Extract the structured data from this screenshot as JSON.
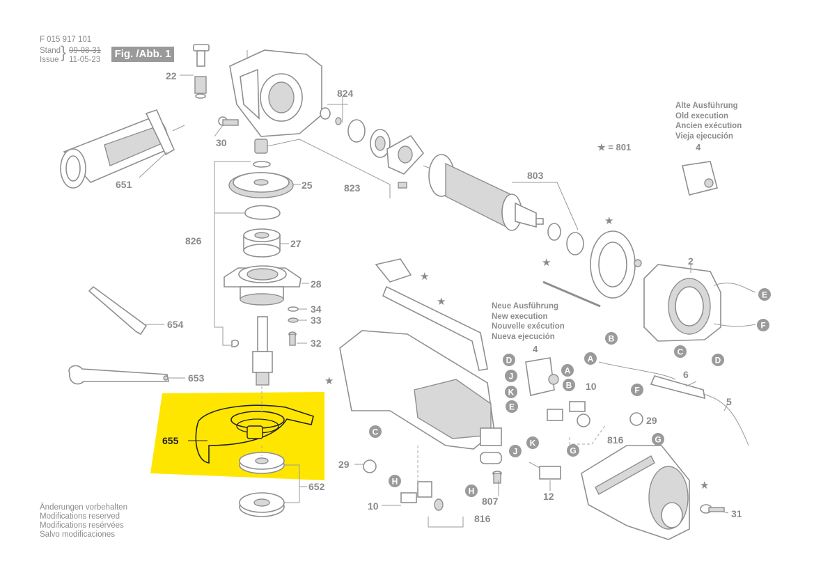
{
  "header": {
    "doc_number": "F 015 917 101",
    "stand_label": "Stand",
    "issue_label": "Issue",
    "old_date": "09-08-31",
    "new_date": "11-05-23",
    "figure_label": "Fig. /Abb. 1"
  },
  "legend": {
    "star_note": "★ = 801"
  },
  "old_execution": {
    "lines": [
      "Alte Ausführung",
      "Old execution",
      "Ancien exécution",
      "Vieja ejecución"
    ],
    "part_number": "4"
  },
  "new_execution": {
    "lines": [
      "Neue Ausführung",
      "New execution",
      "Nouvelle exécution",
      "Nueva ejecución"
    ],
    "part_number": "4"
  },
  "footer": {
    "lines": [
      "Änderungen vorbehalten",
      "Modifications reserved",
      "Modifications resérvées",
      "Salvo modificaciones"
    ]
  },
  "highlight": {
    "part_number": "655",
    "color": "#ffe600"
  },
  "part_labels": [
    "22",
    "30",
    "651",
    "824",
    "823",
    "25",
    "826",
    "27",
    "28",
    "34",
    "33",
    "32",
    "654",
    "653",
    "652",
    "803",
    "2",
    "6",
    "5",
    "10",
    "29",
    "816",
    "12",
    "807",
    "31",
    "29",
    "10",
    "816"
  ],
  "connector_letters": [
    "A",
    "B",
    "C",
    "D",
    "E",
    "F",
    "G",
    "H",
    "J",
    "K"
  ],
  "colors": {
    "line_art": "#8f8f8f",
    "bubble": "#9a9a9a",
    "header_box": "#9a9a9a"
  }
}
